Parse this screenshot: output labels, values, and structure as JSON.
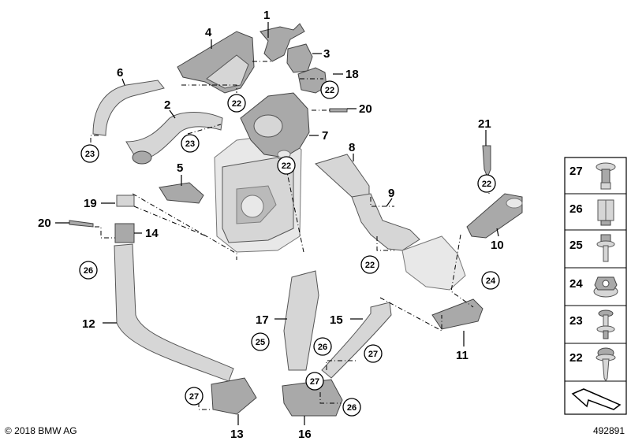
{
  "callouts": [
    {
      "id": "c1",
      "label": "1"
    },
    {
      "id": "c2",
      "label": "2"
    },
    {
      "id": "c3",
      "label": "3"
    },
    {
      "id": "c4",
      "label": "4"
    },
    {
      "id": "c5",
      "label": "5"
    },
    {
      "id": "c6",
      "label": "6"
    },
    {
      "id": "c7",
      "label": "7"
    },
    {
      "id": "c8",
      "label": "8"
    },
    {
      "id": "c9",
      "label": "9"
    },
    {
      "id": "c10",
      "label": "10"
    },
    {
      "id": "c11",
      "label": "11"
    },
    {
      "id": "c12",
      "label": "12"
    },
    {
      "id": "c13",
      "label": "13"
    },
    {
      "id": "c14",
      "label": "14"
    },
    {
      "id": "c15",
      "label": "15"
    },
    {
      "id": "c16",
      "label": "16"
    },
    {
      "id": "c17",
      "label": "17"
    },
    {
      "id": "c18",
      "label": "18"
    },
    {
      "id": "c19",
      "label": "19"
    },
    {
      "id": "c20a",
      "label": "20"
    },
    {
      "id": "c20b",
      "label": "20"
    },
    {
      "id": "c21",
      "label": "21"
    }
  ],
  "circled": [
    {
      "id": "k22a",
      "label": "22"
    },
    {
      "id": "k22b",
      "label": "22"
    },
    {
      "id": "k22c",
      "label": "22"
    },
    {
      "id": "k22d",
      "label": "22"
    },
    {
      "id": "k22e",
      "label": "22"
    },
    {
      "id": "k23a",
      "label": "23"
    },
    {
      "id": "k23b",
      "label": "23"
    },
    {
      "id": "k24",
      "label": "24"
    },
    {
      "id": "k25",
      "label": "25"
    },
    {
      "id": "k26a",
      "label": "26"
    },
    {
      "id": "k26b",
      "label": "26"
    },
    {
      "id": "k26c",
      "label": "26"
    },
    {
      "id": "k27a",
      "label": "27"
    },
    {
      "id": "k27b",
      "label": "27"
    },
    {
      "id": "k27c",
      "label": "27"
    }
  ],
  "legend": [
    {
      "label": "27",
      "icon": "push-rivet-icon"
    },
    {
      "label": "26",
      "icon": "expanding-nut-icon"
    },
    {
      "label": "25",
      "icon": "hex-screw-icon"
    },
    {
      "label": "24",
      "icon": "flange-nut-icon"
    },
    {
      "label": "23",
      "icon": "clip-screw-icon"
    },
    {
      "label": "22",
      "icon": "tapping-screw-icon"
    }
  ],
  "footer": {
    "copyright": "© 2018 BMW AG",
    "doc_number": "492891"
  }
}
